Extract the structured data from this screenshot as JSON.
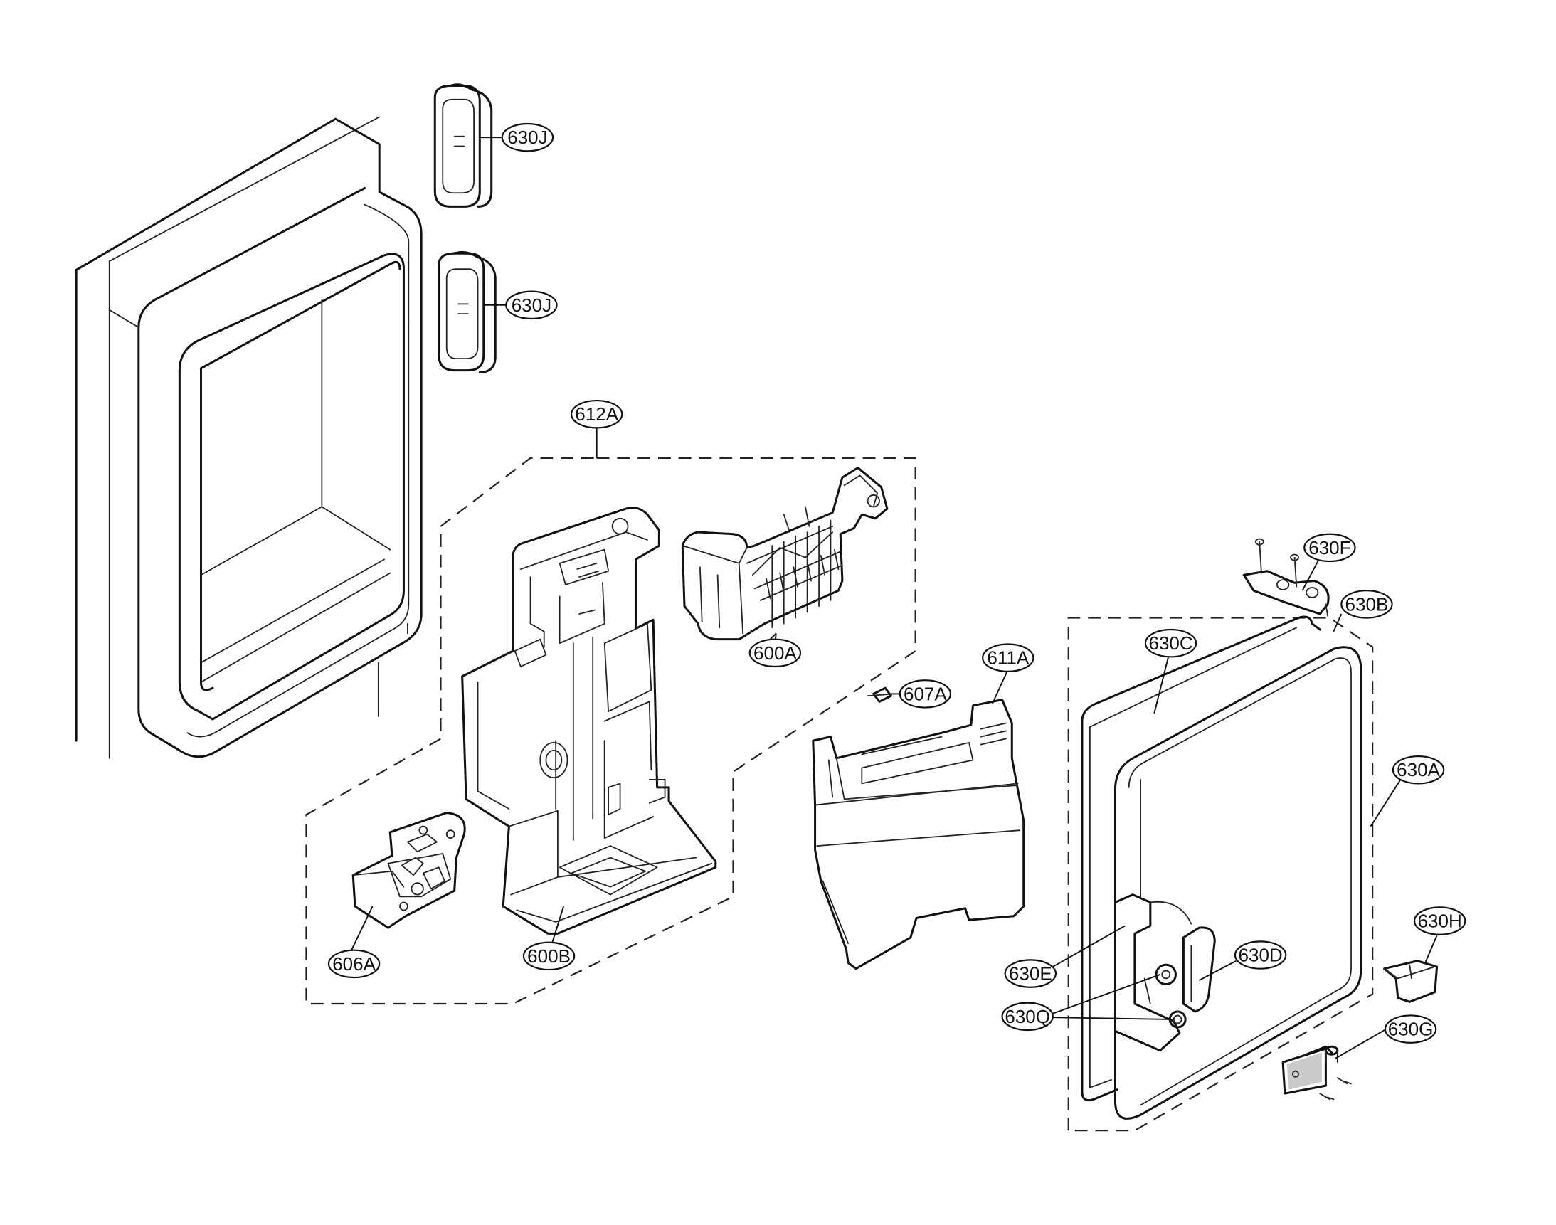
{
  "labels": {
    "630J_top": "630J",
    "630J_mid": "630J",
    "612A": "612A",
    "600A": "600A",
    "600B": "600B",
    "606A": "606A",
    "607A": "607A",
    "611A": "611A",
    "630F": "630F",
    "630B": "630B",
    "630C": "630C",
    "630A": "630A",
    "630H": "630H",
    "630D": "630D",
    "630E": "630E",
    "630Q": "630Q",
    "630G": "630G"
  }
}
